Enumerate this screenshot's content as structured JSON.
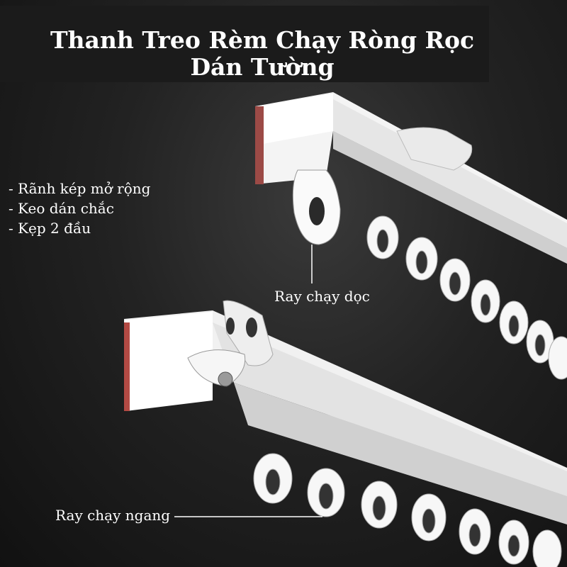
{
  "title": {
    "line1": "Thanh Treo Rèm Chạy Ròng Rọc",
    "line2": "Dán Tường"
  },
  "features": [
    "- Rãnh kép mở rộng",
    "- Keo dán chắc",
    "- Kẹp 2 đầu"
  ],
  "labels": {
    "top_rail": "Ray chạy dọc",
    "bottom_rail": "Ray chạy ngang"
  }
}
